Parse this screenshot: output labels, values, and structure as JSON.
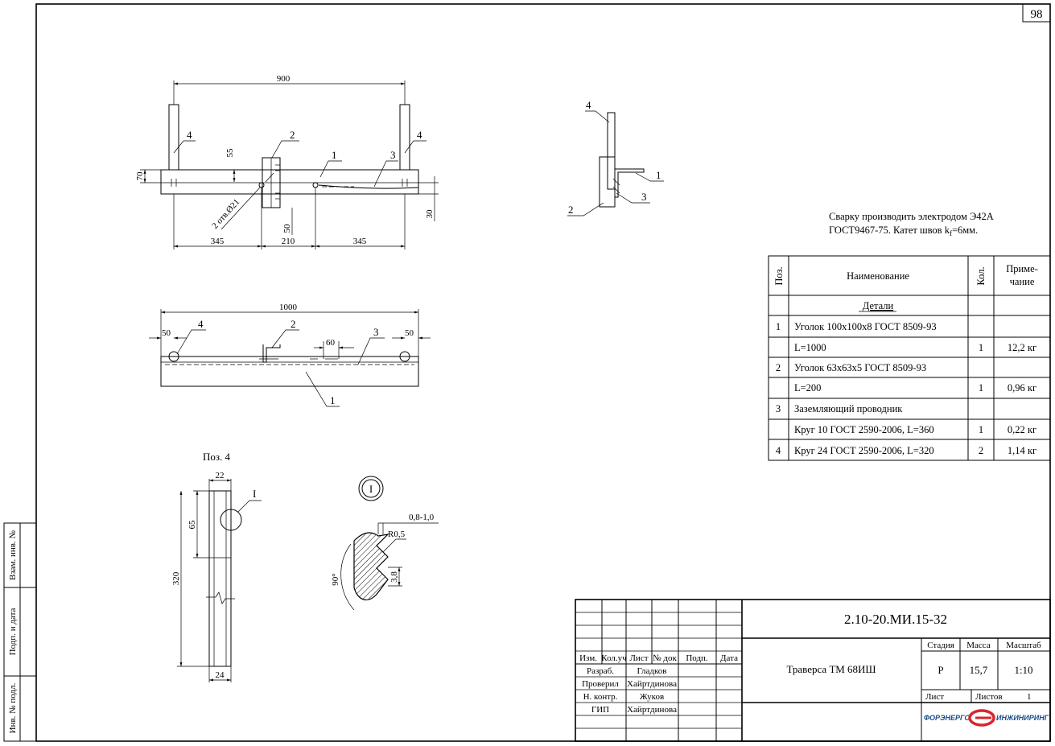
{
  "sheet_number": "98",
  "side_stamps": [
    "Взам. инв. №",
    "Подп. и дата",
    "Инв. № подл."
  ],
  "views": {
    "top": {
      "dims": [
        "900",
        "55",
        "70",
        "2 отв.Ø21",
        "50",
        "30",
        "345",
        "210",
        "345"
      ],
      "positions": [
        "4",
        "2",
        "1",
        "3",
        "4"
      ]
    },
    "side": {
      "positions": [
        "4",
        "1",
        "3",
        "2"
      ]
    },
    "front": {
      "dims": [
        "1000",
        "50",
        "60",
        "50"
      ],
      "positions": [
        "4",
        "2",
        "3",
        "1"
      ]
    },
    "pos4": {
      "title": "Поз. 4",
      "dims": [
        "22",
        "65",
        "320",
        "24"
      ],
      "callout": "I"
    },
    "detail": {
      "label": "I",
      "dims": [
        "0,8-1,0",
        "R0,5",
        "3,8",
        "90°"
      ]
    }
  },
  "note": {
    "line1": "Сварку производить электродом Э42А",
    "line2_pre": "ГОСТ9467-75. Катет швов k",
    "line2_sub": "f",
    "line2_post": "=6мм."
  },
  "spec_table": {
    "headers": {
      "pos": "Поз.",
      "name": "Наименование",
      "qty": "Кол.",
      "note_l1": "Приме-",
      "note_l2": "чание"
    },
    "rows": [
      {
        "pos": "",
        "name": "Детали",
        "qty": "",
        "note": "",
        "section": true
      },
      {
        "pos": "1",
        "name": "Уголок 100х100х8 ГОСТ 8509-93",
        "qty": "",
        "note": ""
      },
      {
        "pos": "",
        "name": "L=1000",
        "qty": "1",
        "note": "12,2 кг"
      },
      {
        "pos": "2",
        "name": "Уголок 63х63х5 ГОСТ 8509-93",
        "qty": "",
        "note": ""
      },
      {
        "pos": "",
        "name": "L=200",
        "qty": "1",
        "note": "0,96 кг"
      },
      {
        "pos": "3",
        "name": "Заземляющий проводник",
        "qty": "",
        "note": ""
      },
      {
        "pos": "",
        "name": "Круг 10 ГОСТ 2590-2006, L=360",
        "qty": "1",
        "note": "0,22 кг"
      },
      {
        "pos": "4",
        "name": "Круг 24 ГОСТ 2590-2006, L=320",
        "qty": "2",
        "note": "1,14 кг"
      }
    ]
  },
  "title_block": {
    "doc_code": "2.10-20.МИ.15-32",
    "title": "Траверса ТМ 68ИШ",
    "col_headers": [
      "Изм.",
      "Кол.уч",
      "Лист",
      "№ док",
      "Подп.",
      "Дата"
    ],
    "roles": [
      {
        "role": "Разраб.",
        "name": "Гладков"
      },
      {
        "role": "Проверил",
        "name": "Хайртдинова"
      },
      {
        "role": "Н. контр.",
        "name": "Жуков"
      },
      {
        "role": "ГИП",
        "name": "Хайртдинова"
      }
    ],
    "stage_label": "Стадия",
    "mass_label": "Масса",
    "scale_label": "Масштаб",
    "stage": "Р",
    "mass": "15,7",
    "scale": "1:10",
    "sheet_label": "Лист",
    "sheets_label": "Листов",
    "sheets": "1",
    "logo_left": "ФОРЭНЕРГО",
    "logo_right": "ИНЖИНИРИНГ",
    "logo_color": "#d7262e"
  }
}
